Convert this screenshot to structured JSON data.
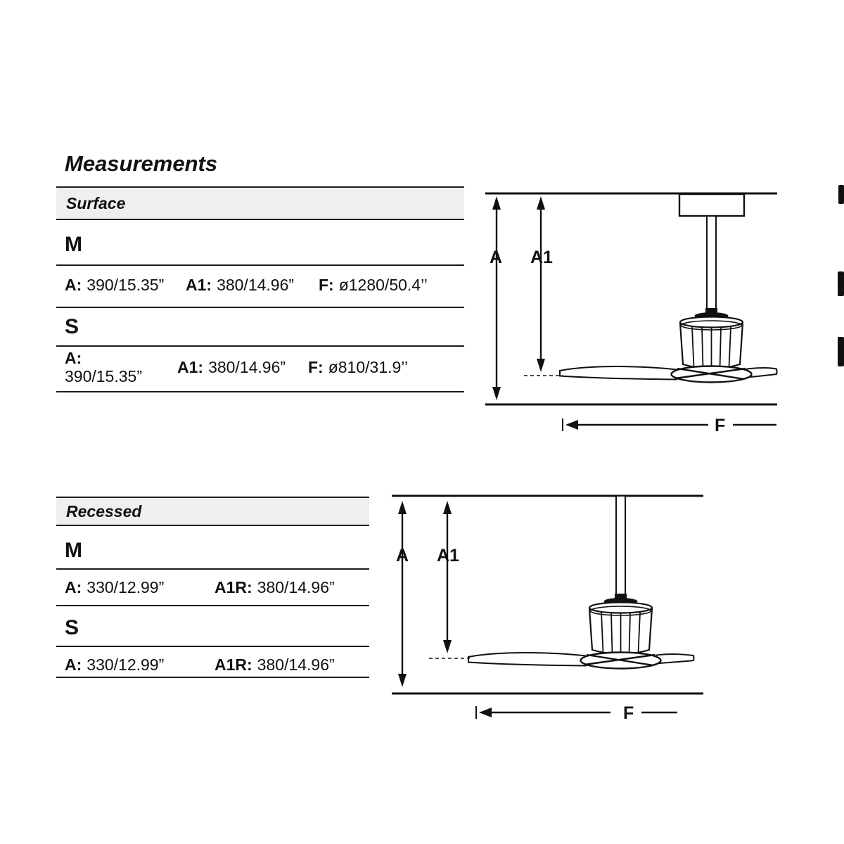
{
  "title": "Measurements",
  "surface": {
    "header": "Surface",
    "rows": [
      {
        "size": "M",
        "specs": [
          {
            "label": "A:",
            "value": "390/15.35”"
          },
          {
            "label": "A1:",
            "value": "380/14.96”"
          },
          {
            "label": "F:",
            "value": "ø1280/50.4’’"
          }
        ]
      },
      {
        "size": "S",
        "specs": [
          {
            "label": "A:",
            "value": "390/15.35”"
          },
          {
            "label": "A1:",
            "value": "380/14.96”"
          },
          {
            "label": "F:",
            "value": "ø810/31.9’’"
          }
        ]
      }
    ],
    "diagram": {
      "a": "A",
      "a1": "A1",
      "f": "F"
    }
  },
  "recessed": {
    "header": "Recessed",
    "rows": [
      {
        "size": "M",
        "specs": [
          {
            "label": "A:",
            "value": "330/12.99”"
          },
          {
            "label": "A1R:",
            "value": "380/14.96”"
          }
        ]
      },
      {
        "size": "S",
        "specs": [
          {
            "label": "A:",
            "value": "330/12.99”"
          },
          {
            "label": "A1R:",
            "value": "380/14.96”"
          }
        ]
      }
    ],
    "diagram": {
      "a": "A",
      "a1": "A1",
      "f": "F"
    }
  }
}
